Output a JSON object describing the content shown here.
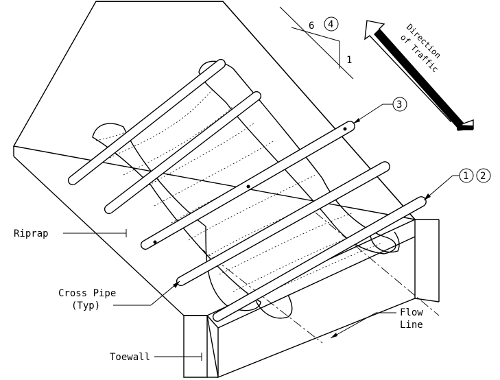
{
  "labels": {
    "riprap": "Riprap",
    "cross_pipe_line1": "Cross Pipe",
    "cross_pipe_line2": "(Typ)",
    "toewall": "Toewall",
    "flow_line_line1": "Flow",
    "flow_line_line2": "Line",
    "slope_run": "6",
    "slope_rise": "1",
    "direction_line1": "Direction",
    "direction_line2": "of Traffic"
  },
  "callouts": {
    "c1": "1",
    "c2": "2",
    "c3": "3",
    "c4": "4"
  }
}
